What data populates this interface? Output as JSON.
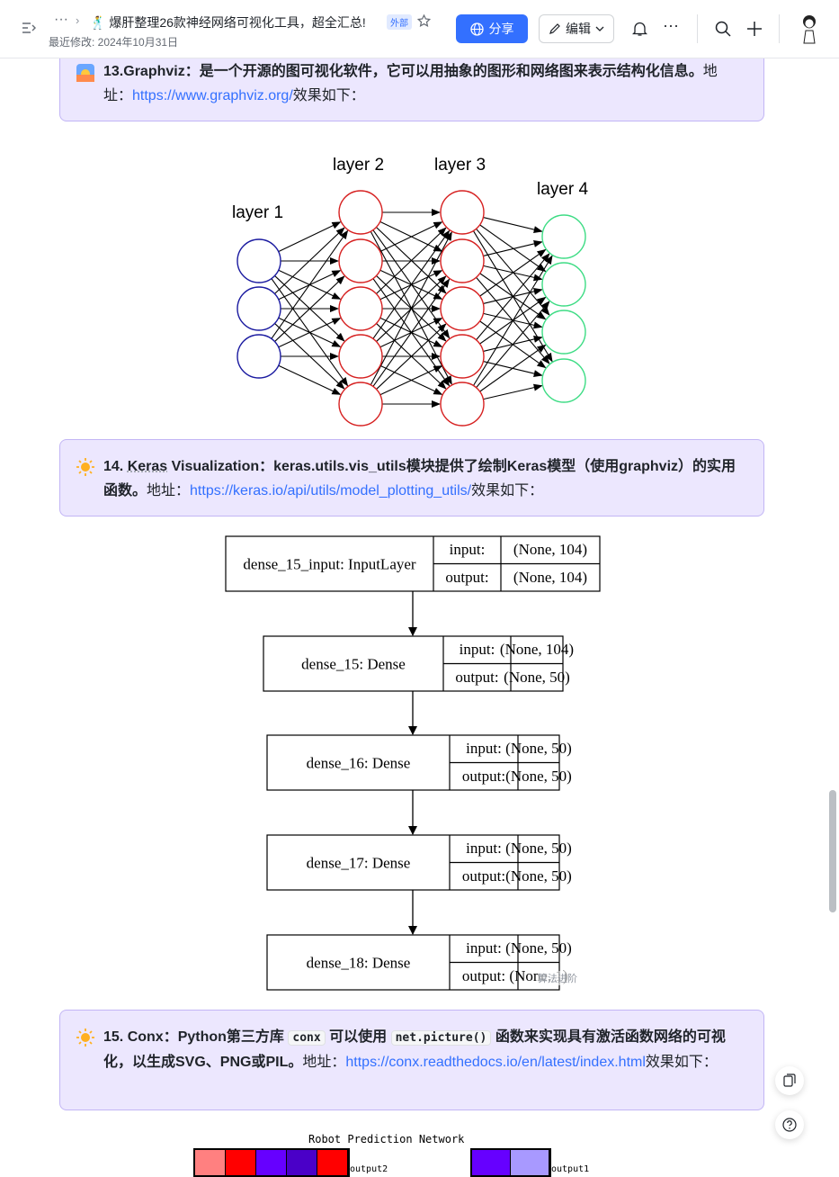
{
  "header": {
    "title": "🕺 爆肝整理26款神经网络可视化工具，超全汇总!",
    "badge": "外部",
    "last_modified": "最近修改: 2024年10月31日",
    "share_label": "分享",
    "edit_label": "编辑"
  },
  "section13": {
    "heading": "13.Graphviz：是一个开源的图可视化软件，它可以用抽象的图形和网络图来表示结构化信息。",
    "text_after": "地址：",
    "link": "https://www.graphviz.org/",
    "tail": "效果如下："
  },
  "nn_diagram": {
    "layer1": "layer 1",
    "layer2": "layer 2",
    "layer3": "layer 3",
    "layer4": "layer 4"
  },
  "section14": {
    "heading_num": "14. ",
    "heading_keras": "Keras",
    "heading_rest": " Visualization：keras.utils.vis_utils模块提供了绘制Keras模型（使用graphviz）的实用函数。",
    "text_after": "地址：",
    "link": "https://keras.io/api/utils/model_plotting_utils/",
    "tail": "效果如下："
  },
  "keras_model": {
    "input_label": "input:",
    "output_label": "output:",
    "layers": [
      {
        "name": "dense_15_input: InputLayer",
        "input": "(None, 104)",
        "output": "(None, 104)"
      },
      {
        "name": "dense_15: Dense",
        "input": "(None, 104)",
        "output": "(None, 50)"
      },
      {
        "name": "dense_16: Dense",
        "input": "(None, 50)",
        "output": "(None, 50)"
      },
      {
        "name": "dense_17: Dense",
        "input": "(None, 50)",
        "output": "(None, 50)"
      },
      {
        "name": "dense_18: Dense",
        "input": "(None, 50)",
        "output": "(None, 1)"
      }
    ],
    "watermark": "算法进阶"
  },
  "section15": {
    "heading_a": "15. Conx：Python第三方库",
    "code1": "conx",
    "heading_b": "可以使用",
    "code2": "net.picture()",
    "heading_c": "函数来实现具有激活函数网络的可视化，以生成SVG、PNG或PIL。",
    "text_after": "地址：",
    "link": "https://conx.readthedocs.io/en/latest/index.html",
    "tail": "效果如下："
  },
  "conx": {
    "title": "Robot Prediction Network",
    "output2": "output2",
    "output1": "output1",
    "colors_left": [
      "#ff8080",
      "#ff0000",
      "#6600ff",
      "#4a00c8",
      "#ff0000"
    ],
    "colors_right": [
      "#6600ff",
      "#a899ff"
    ]
  }
}
